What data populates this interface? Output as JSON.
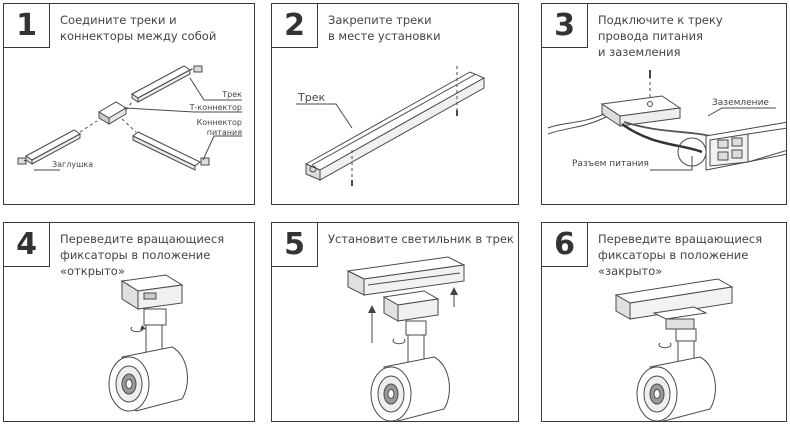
{
  "steps": [
    {
      "number": "1",
      "caption": [
        "Соедините треки и",
        "коннекторы между собой"
      ]
    },
    {
      "number": "2",
      "caption": [
        "Закрепите треки",
        "в месте установки"
      ]
    },
    {
      "number": "3",
      "caption": [
        "Подключите к треку",
        "провода питания",
        "и заземления"
      ]
    },
    {
      "number": "4",
      "caption": [
        "Переведите вращающиеся",
        "фиксаторы в положение",
        "«открыто»"
      ]
    },
    {
      "number": "5",
      "caption": [
        "Установите светильник в трек"
      ]
    },
    {
      "number": "6",
      "caption": [
        "Переведите вращающиеся",
        "фиксаторы в положение",
        "«закрыто»"
      ]
    }
  ],
  "labels": {
    "track": "Трек",
    "t_connector": "Т-коннектор",
    "power_connector_1": "Коннектор",
    "power_connector_2": "питания",
    "end_cap": "Заглушка",
    "track_2": "Трек",
    "ground": "Заземление",
    "power_socket": "Разъем питания"
  },
  "colors": {
    "border": "#3a3a3a",
    "line": "#4a4a4a",
    "text": "#444444"
  }
}
